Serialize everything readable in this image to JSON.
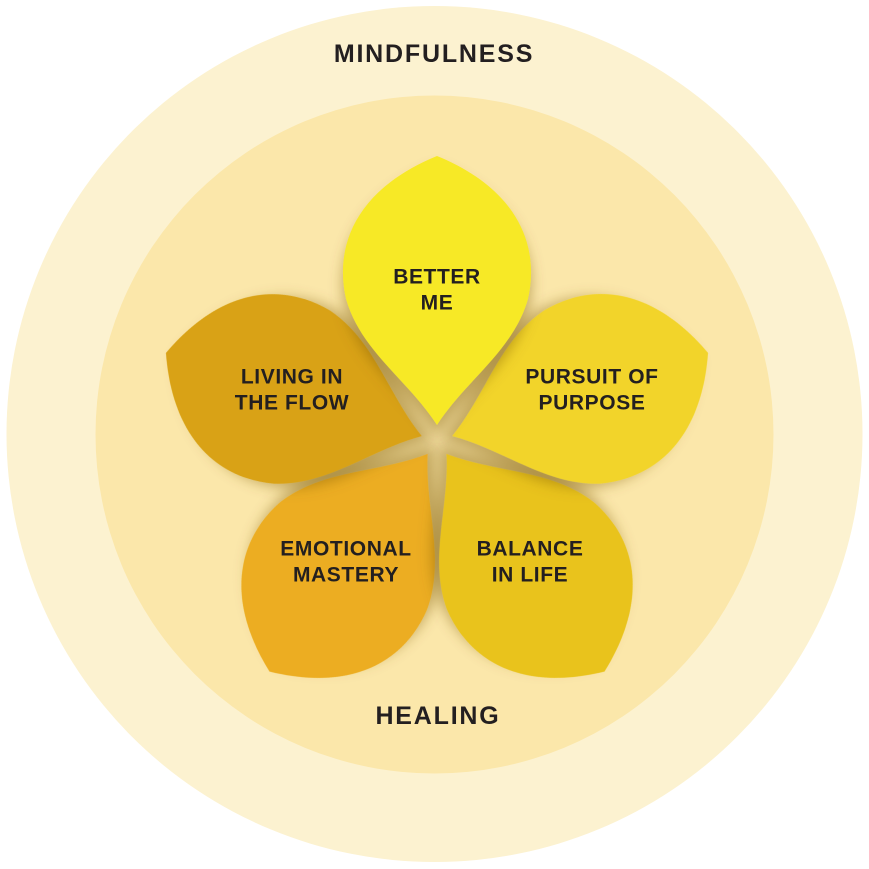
{
  "diagram": {
    "outer_label": "MINDFULNESS",
    "inner_label": "HEALING",
    "petals": [
      {
        "id": "better-me",
        "lines": [
          "BETTER",
          "ME"
        ],
        "color": "#F7E926"
      },
      {
        "id": "pursuit-of-purpose",
        "lines": [
          "PURSUIT OF",
          "PURPOSE"
        ],
        "color": "#F2D42A"
      },
      {
        "id": "balance-in-life",
        "lines": [
          "BALANCE",
          "IN LIFE"
        ],
        "color": "#E9C31F"
      },
      {
        "id": "emotional-mastery",
        "lines": [
          "EMOTIONAL",
          "MASTERY"
        ],
        "color": "#ECAD20"
      },
      {
        "id": "living-in-the-flow",
        "lines": [
          "LIVING IN",
          "THE FLOW"
        ],
        "color": "#D9A214"
      }
    ],
    "colors": {
      "page_background": "#FFFFFF",
      "outer_circle": "#FCF2D0",
      "inner_circle": "#FBE7AA",
      "text": "#231F20"
    }
  }
}
